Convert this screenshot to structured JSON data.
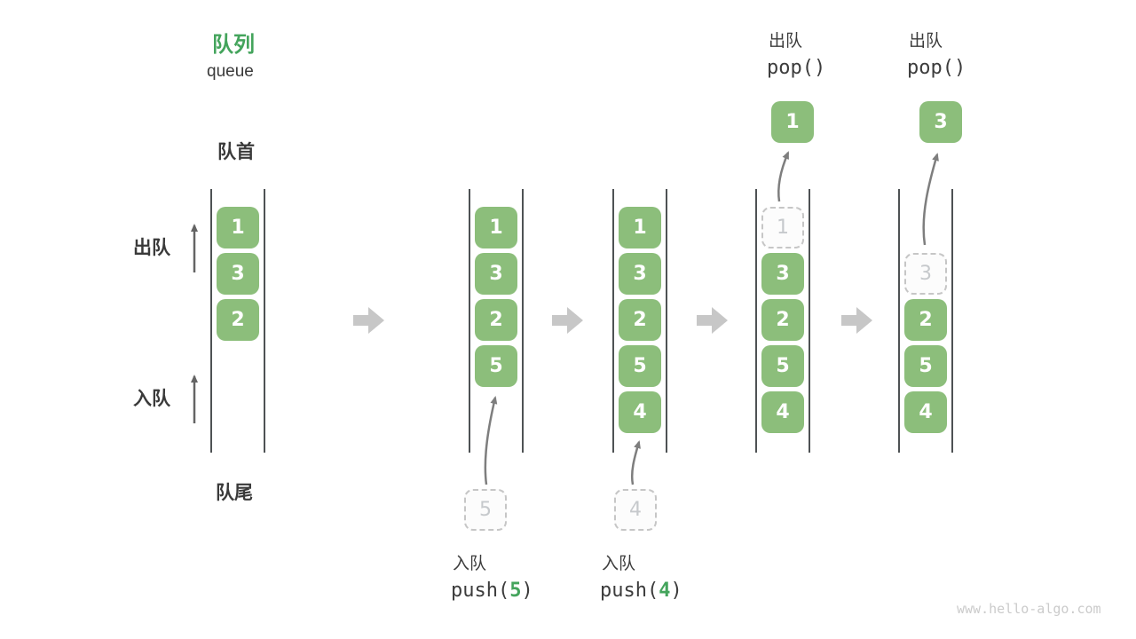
{
  "header": {
    "title_zh": "队列",
    "title_en": "queue"
  },
  "labels": {
    "front": "队首",
    "rear": "队尾",
    "dequeue_side": "出队",
    "enqueue_side": "入队"
  },
  "icons": {
    "transition": "right-block-arrow",
    "flow": "curved-up-arrow",
    "side": "thin-up-arrow"
  },
  "colors": {
    "accent_green": "#44a45c",
    "block_green": "#8cbe7b",
    "text_dark": "#3c3c3c",
    "channel_line": "#4e5254",
    "flow_arrow": "#7e7e7e",
    "transition_arrow": "#c7c7c7",
    "ghost_gray": "#c6c6c6"
  },
  "states": [
    {
      "name": "initial",
      "blocks": [
        "1",
        "3",
        "2"
      ]
    },
    {
      "name": "after-push-5",
      "blocks": [
        "1",
        "3",
        "2",
        "5"
      ],
      "staging": "5",
      "op": {
        "zh": "入队",
        "fn": "push(",
        "arg": "5",
        "close": ")"
      }
    },
    {
      "name": "after-push-4",
      "blocks": [
        "1",
        "3",
        "2",
        "5",
        "4"
      ],
      "staging": "4",
      "op": {
        "zh": "入队",
        "fn": "push(",
        "arg": "4",
        "close": ")"
      }
    },
    {
      "name": "after-pop-1",
      "ghost": "1",
      "blocks": [
        "3",
        "2",
        "5",
        "4"
      ],
      "popped": "1",
      "op": {
        "zh": "出队",
        "code": "pop()"
      }
    },
    {
      "name": "after-pop-3",
      "ghost": "3",
      "blocks": [
        "2",
        "5",
        "4"
      ],
      "popped": "3",
      "op": {
        "zh": "出队",
        "code": "pop()"
      }
    }
  ],
  "watermark": "www.hello-algo.com"
}
